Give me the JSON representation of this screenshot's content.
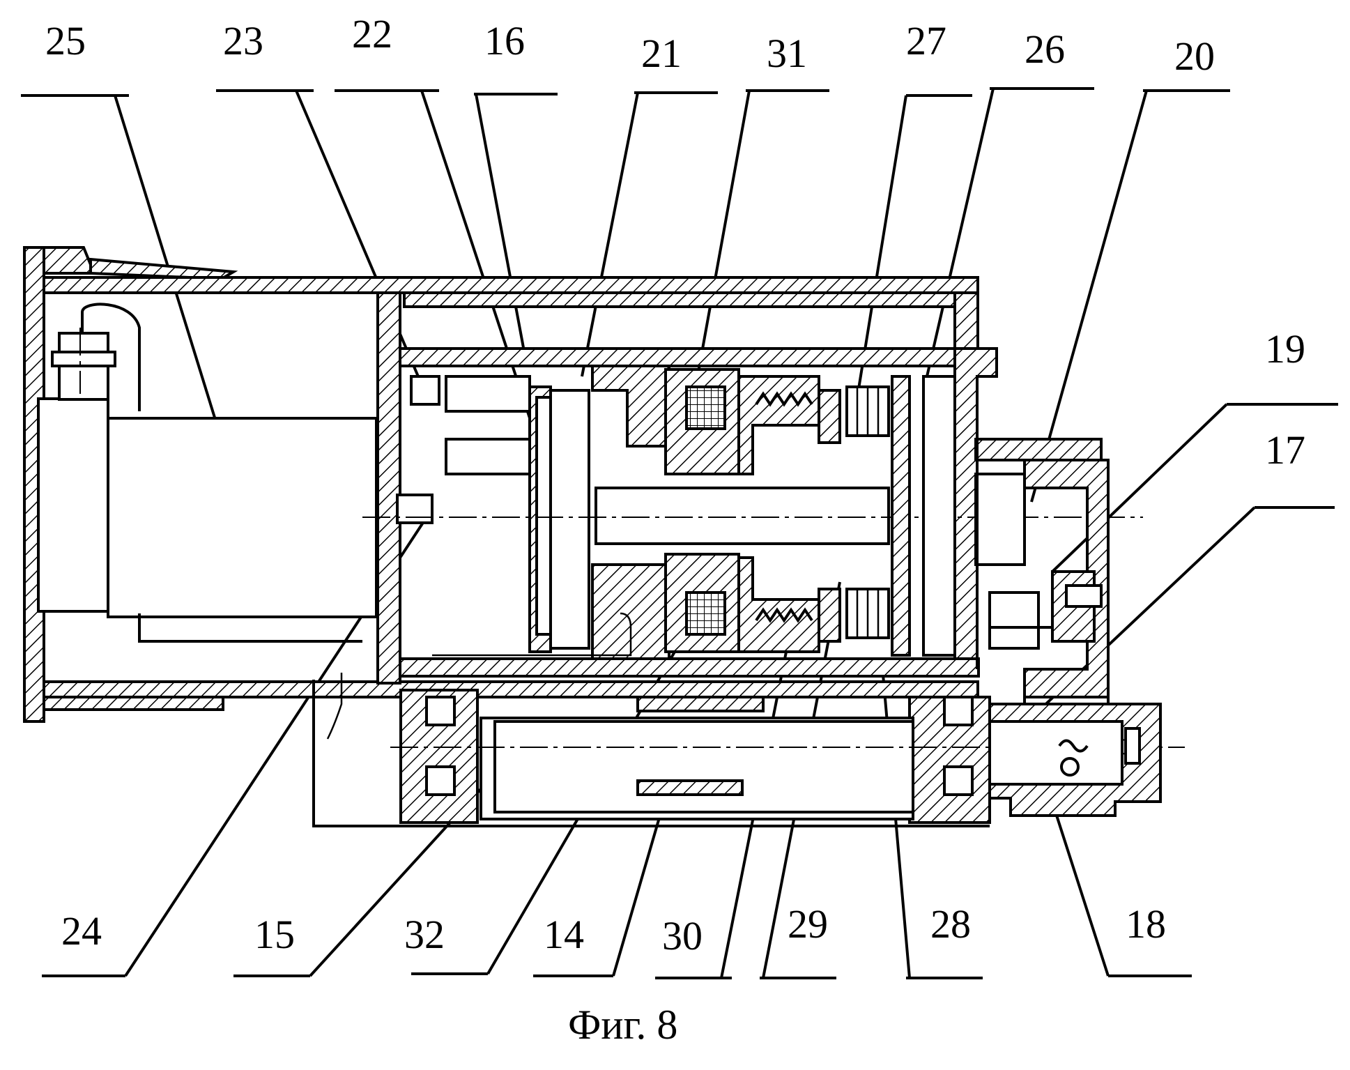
{
  "caption": "Фиг. 8",
  "top_labels": [
    "25",
    "23",
    "22",
    "16",
    "21",
    "31",
    "27",
    "26",
    "20"
  ],
  "right_labels": [
    "19",
    "17"
  ],
  "bottom_labels": [
    "24",
    "15",
    "32",
    "14",
    "30",
    "29",
    "28",
    "18"
  ],
  "colors": {
    "ink": "#000000",
    "paper": "#ffffff"
  }
}
